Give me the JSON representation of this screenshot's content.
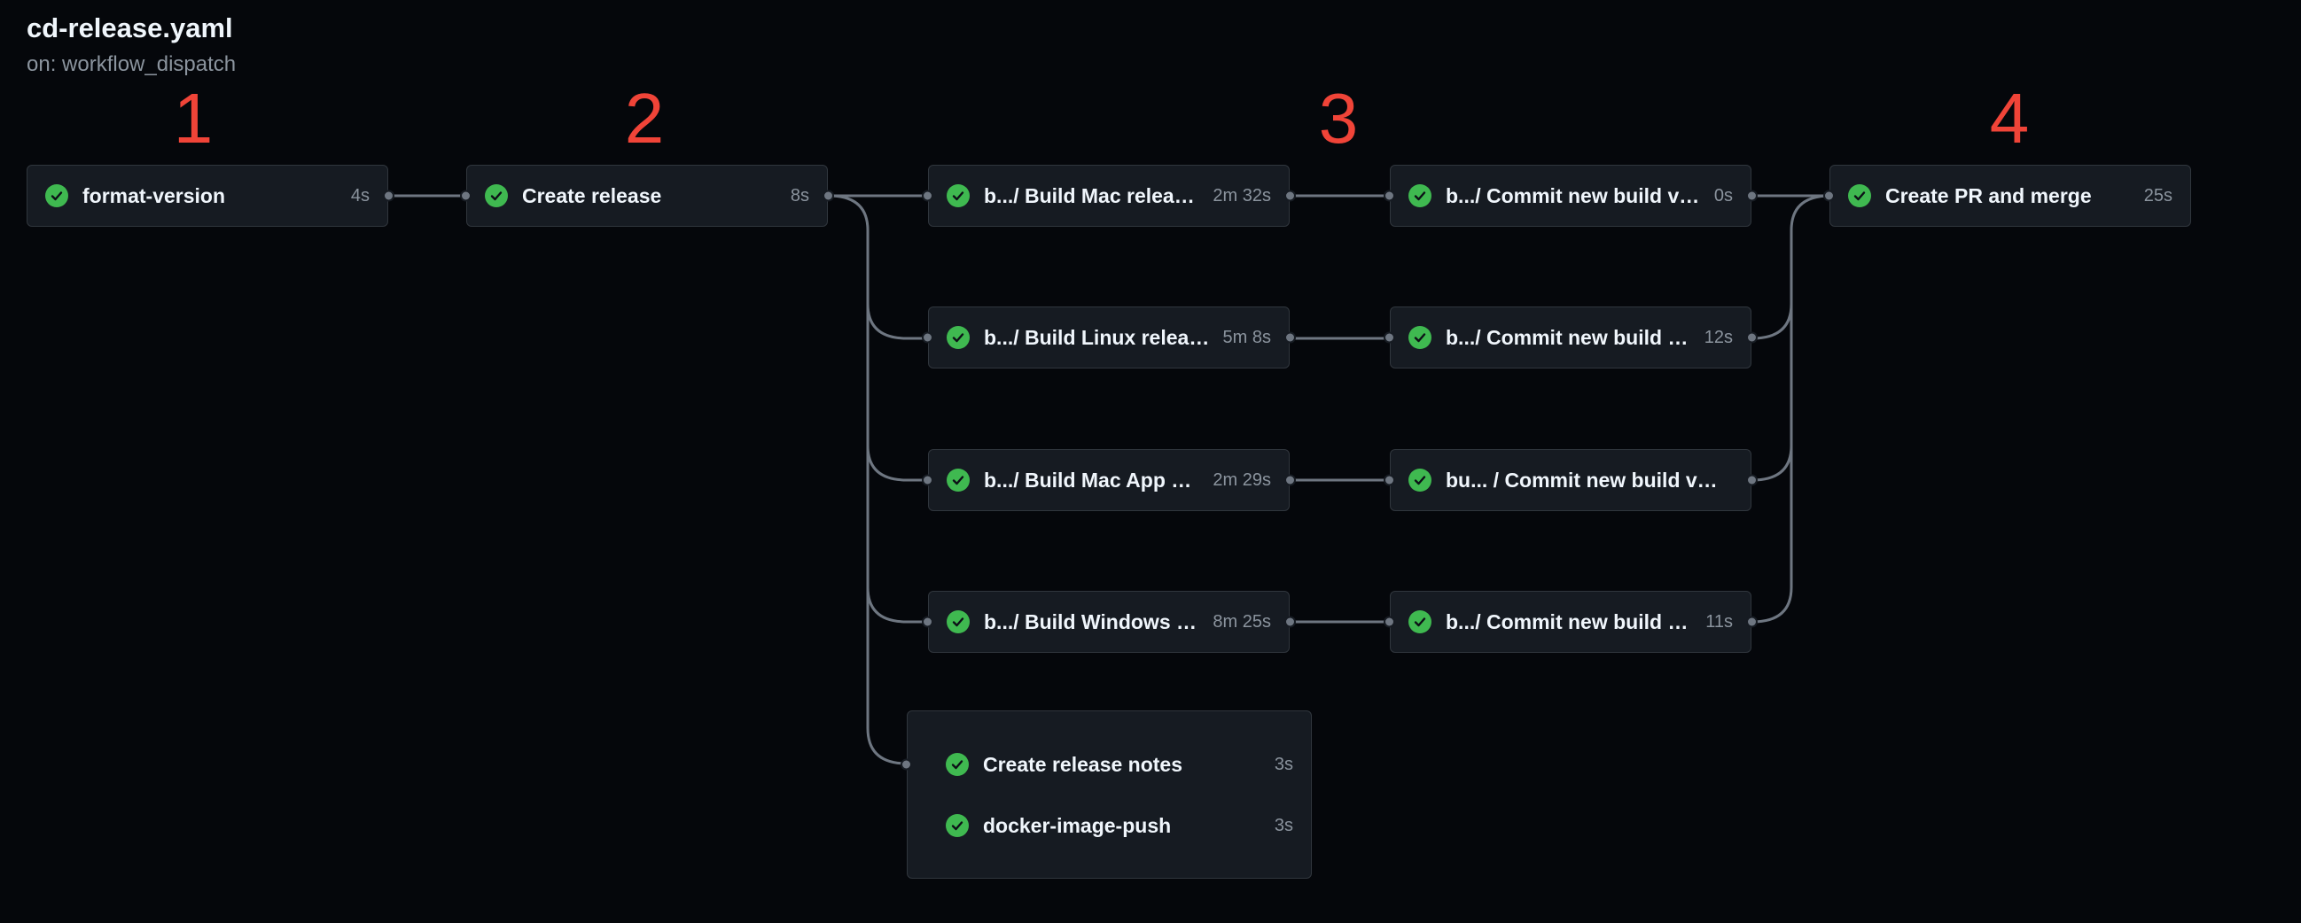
{
  "workflow": {
    "title": "cd-release.yaml",
    "trigger": "on: workflow_dispatch"
  },
  "stages": [
    "1",
    "2",
    "3",
    "4"
  ],
  "colors": {
    "background": "#05070b",
    "card": "#161b22",
    "border": "#30363d",
    "success": "#3fb950",
    "annotation": "#f04438",
    "edge": "#6e7681"
  },
  "jobs": {
    "format_version": {
      "name": "format-version",
      "duration": "4s",
      "status": "success"
    },
    "create_release": {
      "name": "Create release",
      "duration": "8s",
      "status": "success"
    },
    "build_mac": {
      "name": "b.../ Build Mac release ...",
      "duration": "2m 32s",
      "status": "success"
    },
    "build_linux": {
      "name": "b.../ Build Linux release ...",
      "duration": "5m 8s",
      "status": "success"
    },
    "build_mac_appstore": {
      "name": "b.../ Build Mac App Sto...",
      "duration": "2m 29s",
      "status": "success"
    },
    "build_windows": {
      "name": "b.../ Build Windows rel...",
      "duration": "8m 25s",
      "status": "success"
    },
    "commit_1": {
      "name": "b.../ Commit new build vers...",
      "duration": "0s",
      "status": "success"
    },
    "commit_2": {
      "name": "b.../ Commit new build ver...",
      "duration": "12s",
      "status": "success"
    },
    "commit_3": {
      "name": "bu... / Commit new build version",
      "duration": "",
      "status": "success"
    },
    "commit_4": {
      "name": "b.../ Commit new build ver...",
      "duration": "11s",
      "status": "success"
    },
    "create_pr": {
      "name": "Create PR and merge",
      "duration": "25s",
      "status": "success"
    },
    "release_notes": {
      "name": "Create release notes",
      "duration": "3s",
      "status": "success"
    },
    "docker_push": {
      "name": "docker-image-push",
      "duration": "3s",
      "status": "success"
    }
  }
}
